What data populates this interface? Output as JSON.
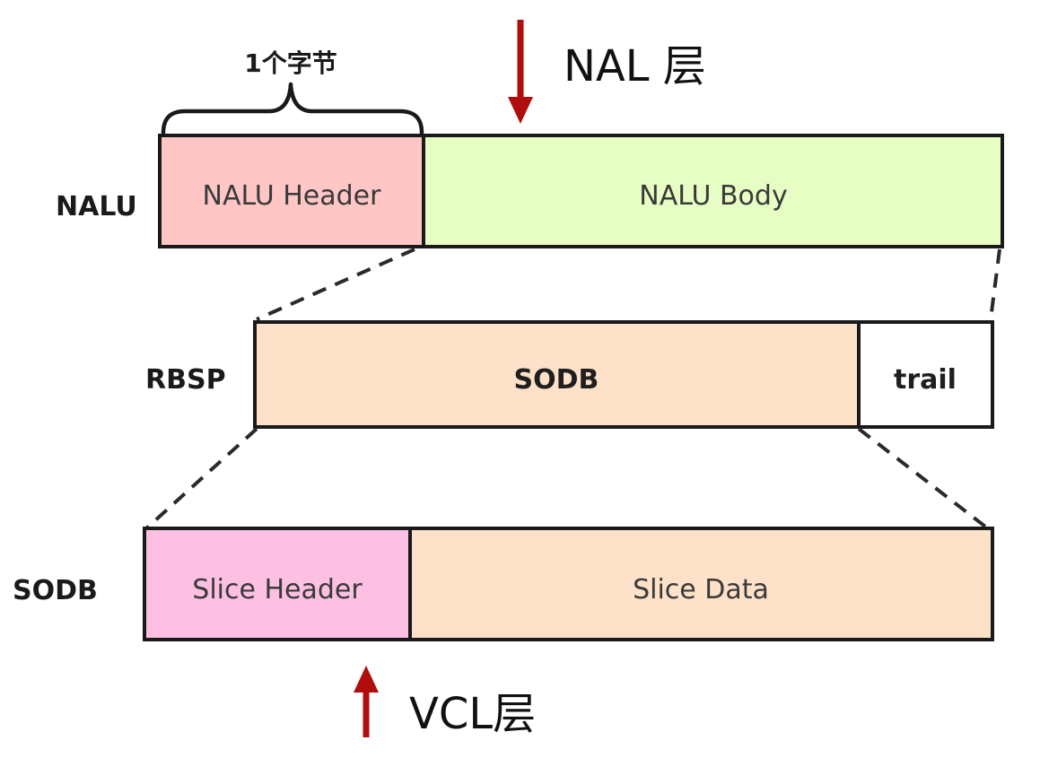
{
  "colors": {
    "nalu_header_fill": "#fec6c4",
    "nalu_body_fill": "#e6fdc4",
    "sodb_fill": "#fde1c8",
    "trail_fill": "#ffffff",
    "slice_header_fill": "#fdc0e2",
    "slice_data_fill": "#fde1c8",
    "border": "#1a1a1a",
    "arrow": "#b00d0d"
  },
  "nal_layer": {
    "label": "NAL 层",
    "arrow_direction": "down"
  },
  "vcl_layer": {
    "label": "VCL层",
    "arrow_direction": "up"
  },
  "brace": {
    "label": "1个字节"
  },
  "rows": {
    "nalu": {
      "label": "NALU",
      "header": "NALU Header",
      "body": "NALU Body"
    },
    "rbsp": {
      "label": "RBSP",
      "sodb": "SODB",
      "trail": "trail"
    },
    "sodb": {
      "label": "SODB",
      "slice_header": "Slice Header",
      "slice_data": "Slice Data"
    }
  }
}
